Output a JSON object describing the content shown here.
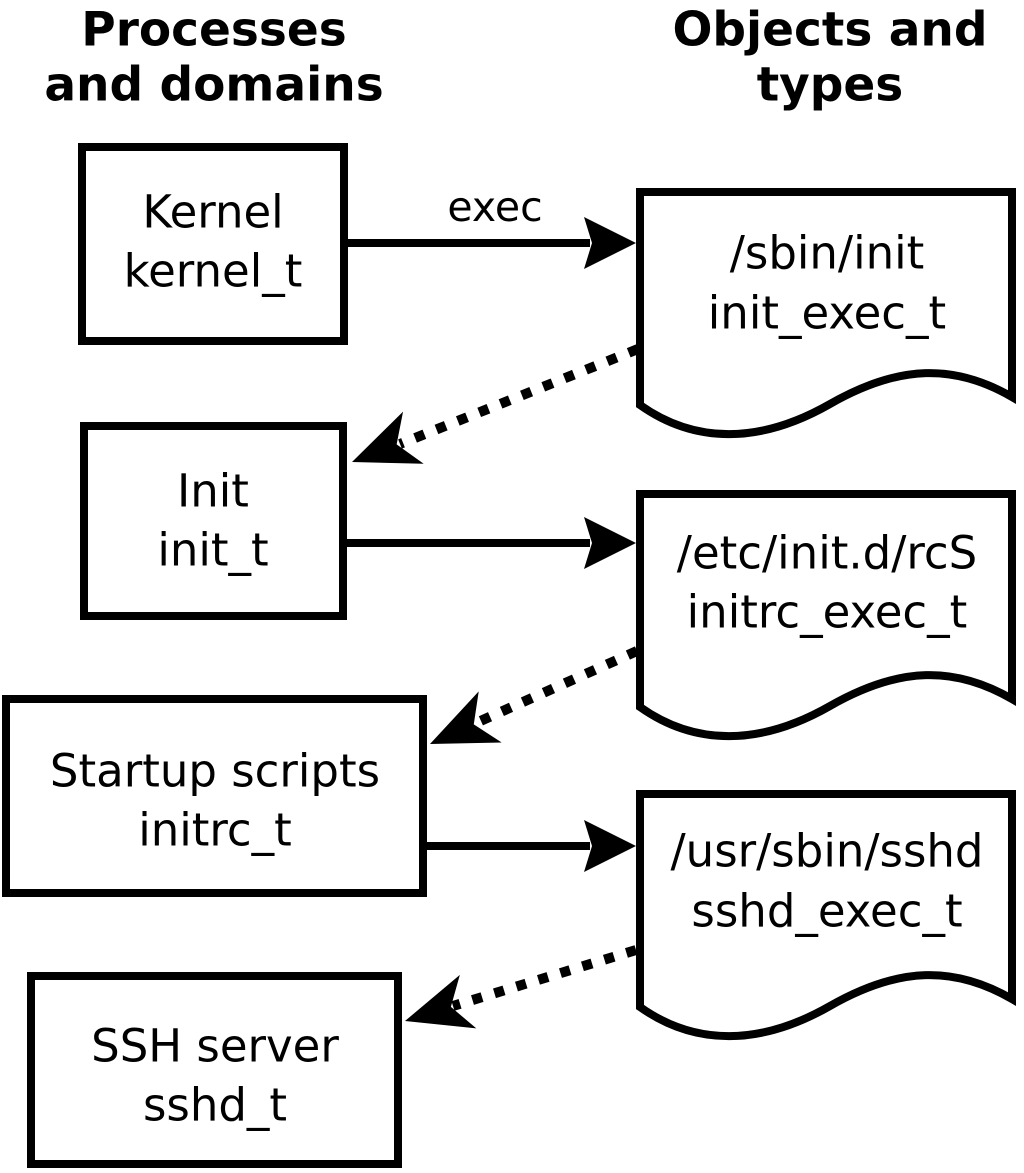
{
  "header": {
    "left": {
      "line1": "Processes",
      "line2": "and domains"
    },
    "right": {
      "line1": "Objects and",
      "line2": "types"
    }
  },
  "labels": {
    "exec_arrow": "exec"
  },
  "processes": [
    {
      "name": "Kernel",
      "domain": "kernel_t"
    },
    {
      "name": "Init",
      "domain": "init_t"
    },
    {
      "name": "Startup scripts",
      "domain": "initrc_t"
    },
    {
      "name": "SSH server",
      "domain": "sshd_t"
    }
  ],
  "objects": [
    {
      "path": "/sbin/init",
      "type": "init_exec_t"
    },
    {
      "path": "/etc/init.d/rcS",
      "type": "initrc_exec_t"
    },
    {
      "path": "/usr/sbin/sshd",
      "type": "sshd_exec_t"
    }
  ],
  "colors": {
    "stroke": "#000000",
    "background": "#ffffff"
  }
}
